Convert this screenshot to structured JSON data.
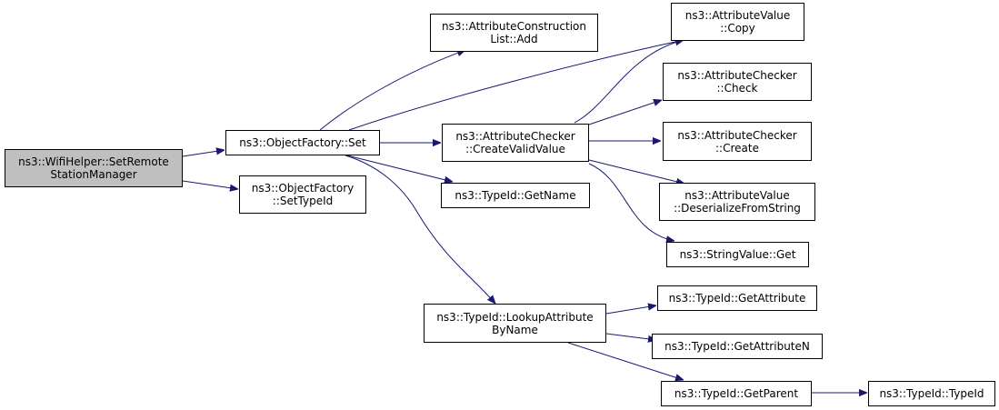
{
  "colors": {
    "edge": "#191970",
    "root_fill": "#bfbfbf",
    "node_fill": "#ffffff",
    "border": "#000000"
  },
  "nodes": {
    "wifi_helper": {
      "line1": "ns3::WifiHelper::SetRemote",
      "line2": "StationManager"
    },
    "object_factory_set": {
      "line1": "ns3::ObjectFactory::Set"
    },
    "object_factory_settypeid": {
      "line1": "ns3::ObjectFactory",
      "line2": "::SetTypeId"
    },
    "attr_construction_list_add": {
      "line1": "ns3::AttributeConstruction",
      "line2": "List::Add"
    },
    "attr_checker_create_valid": {
      "line1": "ns3::AttributeChecker",
      "line2": "::CreateValidValue"
    },
    "typeid_getname": {
      "line1": "ns3::TypeId::GetName"
    },
    "typeid_lookup_attr": {
      "line1": "ns3::TypeId::LookupAttribute",
      "line2": "ByName"
    },
    "attr_value_copy": {
      "line1": "ns3::AttributeValue",
      "line2": "::Copy"
    },
    "attr_checker_check": {
      "line1": "ns3::AttributeChecker",
      "line2": "::Check"
    },
    "attr_checker_create": {
      "line1": "ns3::AttributeChecker",
      "line2": "::Create"
    },
    "attr_value_deserialize": {
      "line1": "ns3::AttributeValue",
      "line2": "::DeserializeFromString"
    },
    "stringvalue_get": {
      "line1": "ns3::StringValue::Get"
    },
    "typeid_getattribute": {
      "line1": "ns3::TypeId::GetAttribute"
    },
    "typeid_getattributen": {
      "line1": "ns3::TypeId::GetAttributeN"
    },
    "typeid_getparent": {
      "line1": "ns3::TypeId::GetParent"
    },
    "typeid_typeid": {
      "line1": "ns3::TypeId::TypeId"
    }
  }
}
